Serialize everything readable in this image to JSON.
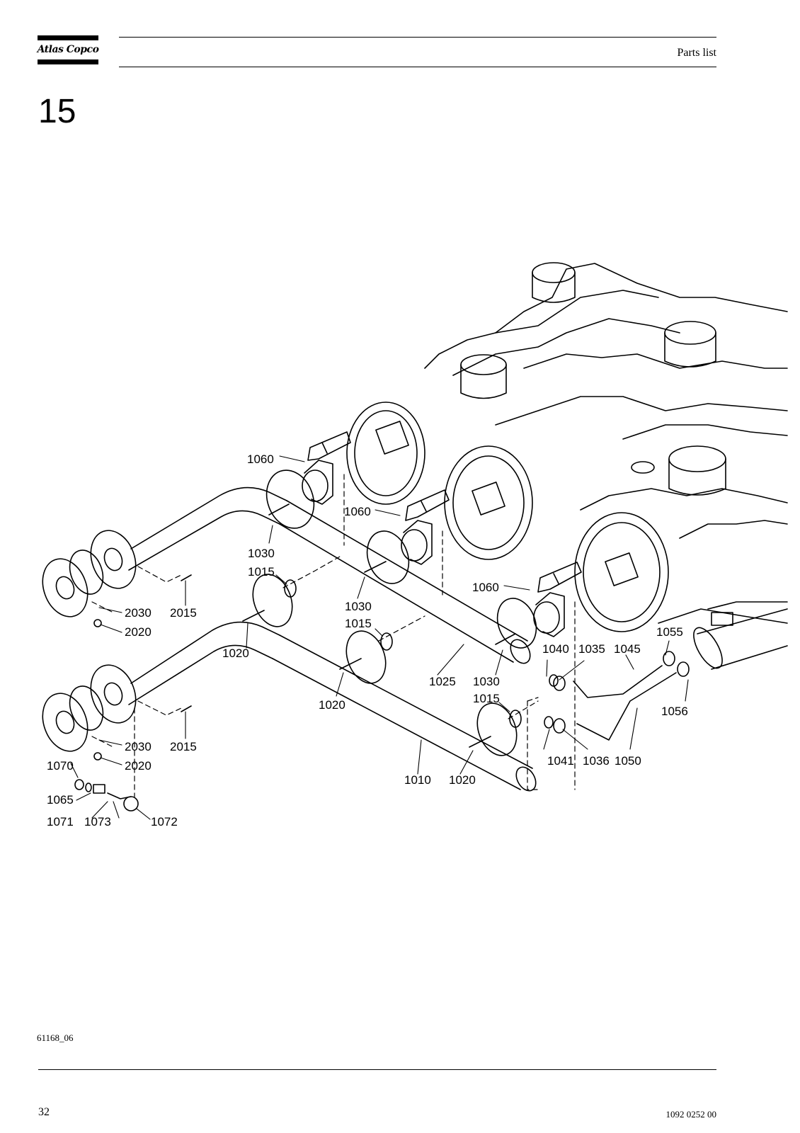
{
  "header": {
    "brand": "Atlas Copco",
    "title": "Parts list"
  },
  "section_number": "15",
  "figure_ref": "61168_06",
  "footer": {
    "page_number": "32",
    "document_number": "1092 0252 00"
  },
  "callouts": {
    "p1060a": "1060",
    "p1060b": "1060",
    "p1060c": "1060",
    "p1030a": "1030",
    "p1030b": "1030",
    "p1030c": "1030",
    "p1015a": "1015",
    "p1015b": "1015",
    "p1015c": "1015",
    "p2030a": "2030",
    "p2030b": "2030",
    "p2015a": "2015",
    "p2015b": "2015",
    "p2020a": "2020",
    "p2020b": "2020",
    "p1020a": "1020",
    "p1020b": "1020",
    "p1020c": "1020",
    "p1025": "1025",
    "p1010": "1010",
    "p1040": "1040",
    "p1035": "1035",
    "p1045": "1045",
    "p1055": "1055",
    "p1056": "1056",
    "p1041": "1041",
    "p1036": "1036",
    "p1050": "1050",
    "p1070": "1070",
    "p1065": "1065",
    "p1071": "1071",
    "p1073": "1073",
    "p1072": "1072"
  }
}
